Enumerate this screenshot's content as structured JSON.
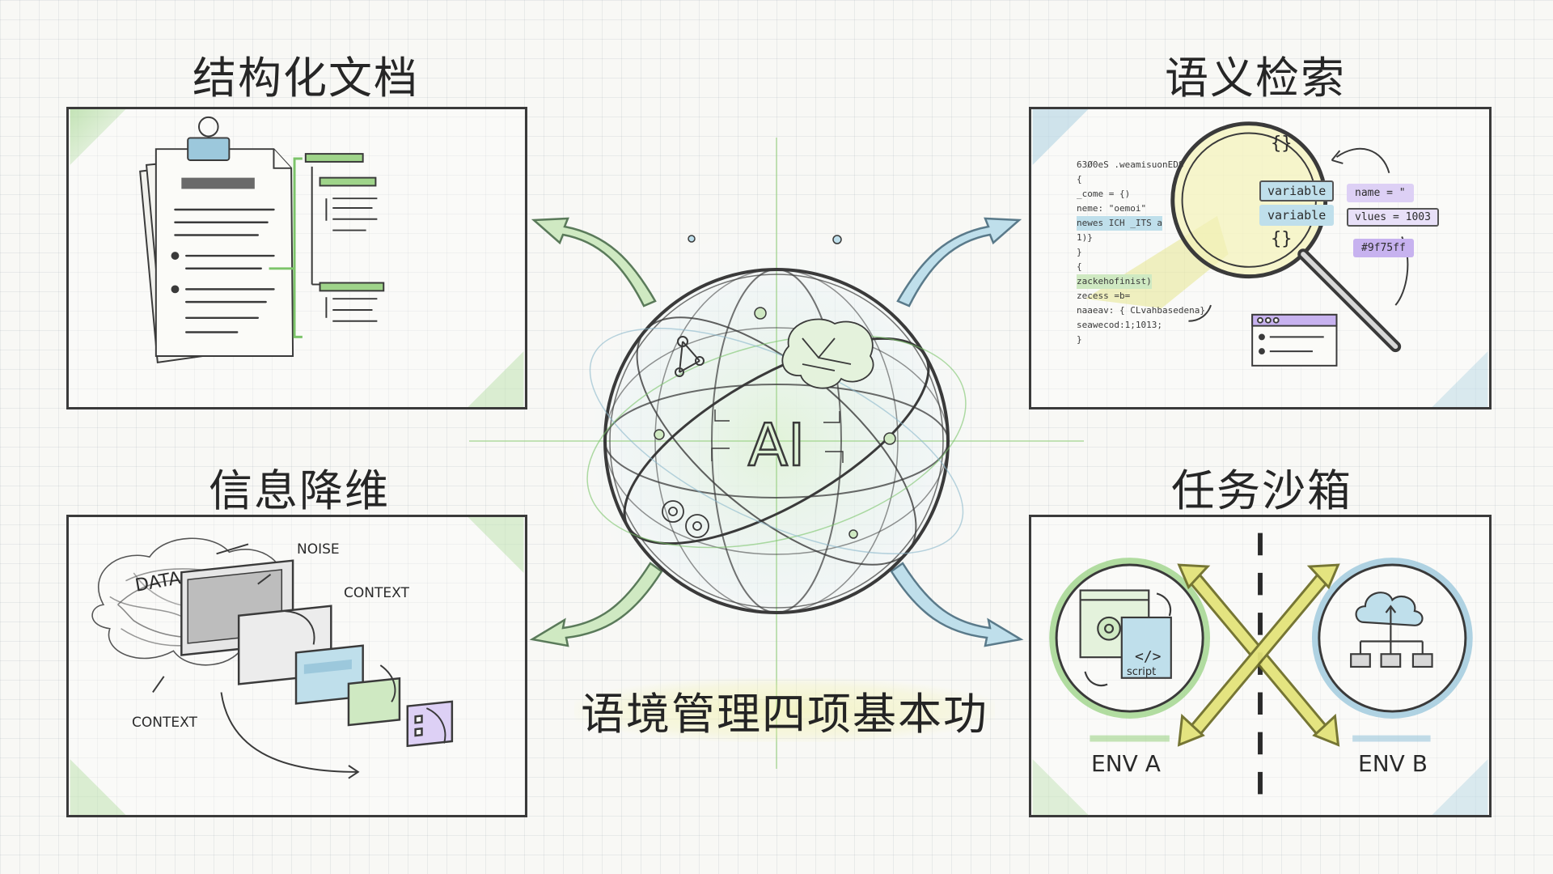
{
  "center": {
    "title": "语境管理四项基本功",
    "sphere_text": "AI"
  },
  "panels": {
    "structured_docs": {
      "heading": "结构化文档"
    },
    "semantic_search": {
      "heading": "语义检索",
      "code_lines": [
        "63Ø0eS .weamisuonEDS",
        "{",
        "  _come = {)",
        "  neme: \"oemoi\"",
        "  newes ICH _ITS a",
        "  1)}",
        "}",
        "{",
        "  zackehofinist)",
        "  zecess  =b=",
        "  naaeav: { CLvahbasedena}",
        "  seawecod:1;1013;",
        "}"
      ],
      "lens_tokens": [
        "{}",
        "variable",
        "variable",
        "{}"
      ],
      "tags": [
        "name = \"",
        "vlues = 1003",
        "#9f75ff"
      ]
    },
    "info_reduction": {
      "heading": "信息降维",
      "labels": {
        "data": "DATA",
        "noise": "NOISE",
        "context_top": "CONTEXT",
        "context_bottom": "CONTEXT"
      }
    },
    "task_sandbox": {
      "heading": "任务沙箱",
      "env_a": "ENV A",
      "env_b": "ENV B",
      "script_label": "script",
      "script_icon": "</>"
    }
  },
  "colors": {
    "accent_green": "#9fd48a",
    "accent_blue": "#9cc8dc",
    "accent_yellow": "#e3e37a",
    "accent_purple": "#c7b2ef",
    "ink": "#3a3a3a"
  }
}
